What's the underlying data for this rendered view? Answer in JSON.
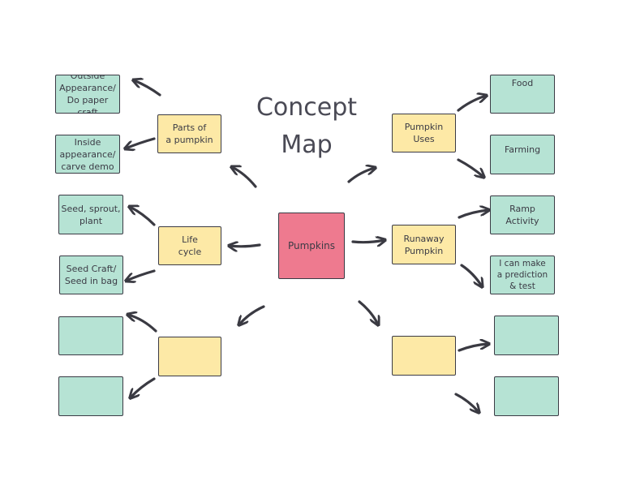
{
  "title": "Concept\nMap",
  "center": {
    "label": "Pumpkins"
  },
  "branches": {
    "parts": {
      "label": "Parts of\na pumpkin",
      "leaves": [
        "Outside\nAppearance/\nDo paper craft",
        "Inside\nappearance/\ncarve demo"
      ]
    },
    "lifecycle": {
      "label": "Life\ncycle",
      "leaves": [
        "Seed, sprout,\nplant",
        "Seed Craft/\nSeed in bag"
      ]
    },
    "blank_left": {
      "label": "",
      "leaves": [
        "",
        ""
      ]
    },
    "uses": {
      "label": "Pumpkin\nUses",
      "leaves": [
        "Food",
        "Farming"
      ]
    },
    "runaway": {
      "label": "Runaway\nPumpkin",
      "leaves": [
        "Ramp\nActivity",
        "I can make\na prediction\n& test"
      ]
    },
    "blank_right": {
      "label": "",
      "leaves": [
        "",
        ""
      ]
    }
  },
  "colors": {
    "center_fill": "#ee7a8f",
    "branch_fill": "#fde9a6",
    "leaf_fill": "#b6e3d4",
    "outline": "#3b3b45",
    "arrow": "#3a3a42"
  }
}
